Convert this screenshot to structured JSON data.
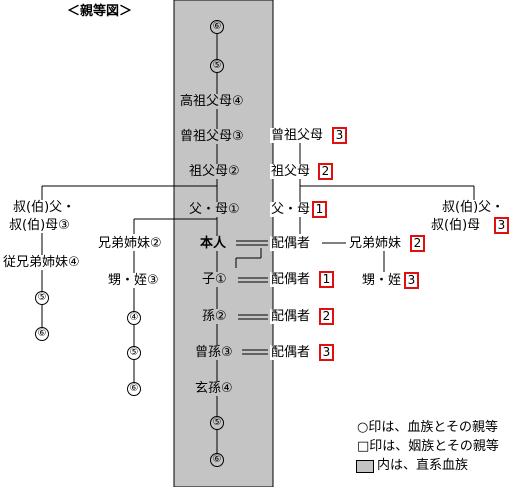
{
  "title": "＜親等図＞",
  "direct": {
    "g6_top": "⑥",
    "g5_top": "⑤",
    "koso": "高祖父母④",
    "soso": "曾祖父母③",
    "sofubo": "祖父母②",
    "fubo": "父・母①",
    "honnin": "本人",
    "ko": "子①",
    "mago": "孫②",
    "himago": "曾孫③",
    "genson": "玄孫④",
    "g5_bot": "⑤",
    "g6_bot": "⑥"
  },
  "inlaw": {
    "soso": "曾祖父母",
    "soso_n": "3",
    "sofubo": "祖父母",
    "sofubo_n": "2",
    "fubo": "父・母",
    "fubo_n": "1",
    "spouse": "配偶者",
    "ko_spouse": "配偶者",
    "ko_spouse_n": "1",
    "mago_spouse": "配偶者",
    "mago_spouse_n": "2",
    "himago_spouse": "配偶者",
    "himago_spouse_n": "3",
    "sibling": "兄弟姉妹",
    "sibling_n": "2",
    "nephew": "甥・姪",
    "nephew_n": "3",
    "uncle1": "叔(伯)父・",
    "uncle2": "叔(伯)母",
    "uncle_n": "3"
  },
  "blood": {
    "uncle1": "叔(伯)父・",
    "uncle2": "叔(伯)母③",
    "cousin": "従兄弟姉妹④",
    "c5": "⑤",
    "c6": "⑥",
    "sibling": "兄弟姉妹②",
    "nephew": "甥・姪③",
    "n4": "④",
    "n5": "⑤",
    "n6": "⑥"
  },
  "legend": {
    "blood": "○印は、血族とその親等",
    "inlaw": "□印は、姻族とその親等",
    "direct": "内は、直系血族"
  },
  "colors": {
    "gray": "#c4c4c4",
    "red": "#e01010"
  }
}
